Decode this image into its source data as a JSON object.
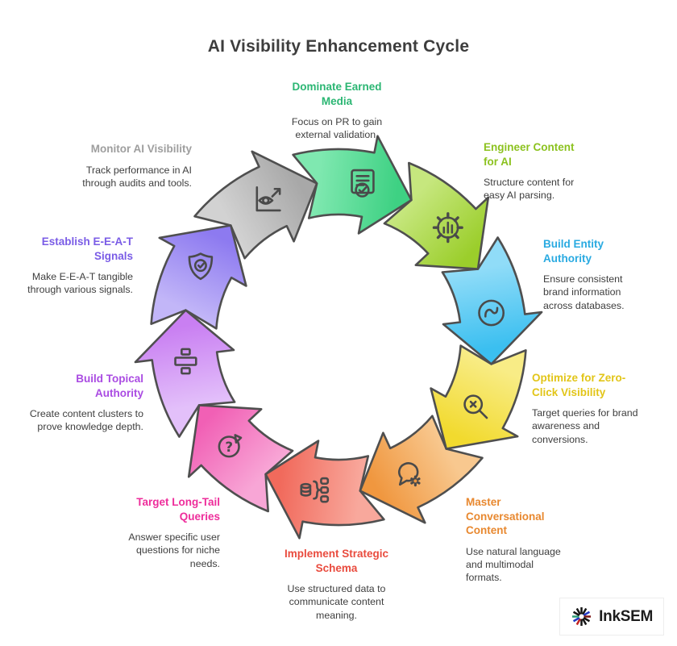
{
  "page": {
    "title": "AI Visibility Enhancement Cycle"
  },
  "diagram": {
    "outline_color": "#4f4f4f",
    "icon_color": "#4a4a4a"
  },
  "steps": [
    {
      "title": "Dominate Earned Media",
      "desc": "Focus on PR to gain external validation.",
      "title_color": "#2bb673",
      "arrow_color": "#3ed183",
      "arrow_light": "#7fe8b0",
      "icon": "document-check-icon"
    },
    {
      "title": "Engineer Content for AI",
      "desc": "Structure content for easy AI parsing.",
      "title_color": "#8cc21f",
      "arrow_color": "#9bce2b",
      "arrow_light": "#c6e77e",
      "icon": "gear-chart-icon"
    },
    {
      "title": "Build Entity Authority",
      "desc": "Ensure consistent brand information across databases.",
      "title_color": "#29aae1",
      "arrow_color": "#3bbff0",
      "arrow_light": "#90dcf8",
      "icon": "sync-circle-icon"
    },
    {
      "title": "Optimize for Zero-Click Visibility",
      "desc": "Target queries for brand awareness and conversions.",
      "title_color": "#e2c518",
      "arrow_color": "#f2da2e",
      "arrow_light": "#f8ec86",
      "icon": "search-x-icon"
    },
    {
      "title": "Master Conversational Content",
      "desc": "Use natural language and multimodal formats.",
      "title_color": "#e8882f",
      "arrow_color": "#f0973f",
      "arrow_light": "#f8c88f",
      "icon": "chat-gear-icon"
    },
    {
      "title": "Implement Strategic Schema",
      "desc": "Use structured data to communicate content meaning.",
      "title_color": "#e94b3e",
      "arrow_color": "#f16a5c",
      "arrow_light": "#f8a89c",
      "icon": "database-schema-icon"
    },
    {
      "title": "Target Long-Tail Queries",
      "desc": "Answer specific user questions for niche needs.",
      "title_color": "#ee2d9b",
      "arrow_color": "#f160b5",
      "arrow_light": "#f8a6d6",
      "icon": "question-circle-icon"
    },
    {
      "title": "Build Topical Authority",
      "desc": "Create content clusters to prove knowledge depth.",
      "title_color": "#aa4be2",
      "arrow_color": "#c97ff2",
      "arrow_light": "#e3c0fa",
      "icon": "divide-icon"
    },
    {
      "title": "Establish E-E-A-T Signals",
      "desc": "Make E-E-A-T tangible through various signals.",
      "title_color": "#7a5ce6",
      "arrow_color": "#8d7af0",
      "arrow_light": "#c2b6f8",
      "icon": "shield-check-icon"
    },
    {
      "title": "Monitor AI Visibility",
      "desc": "Track performance in AI through audits and tools.",
      "title_color": "#9e9e9e",
      "arrow_color": "#a8a8a8",
      "arrow_light": "#d2d2d2",
      "icon": "eye-chart-icon"
    }
  ],
  "logo": {
    "text": "InkSEM",
    "ray_colors": [
      "#151515",
      "#151515",
      "#2238c2",
      "#7c1514",
      "#151515",
      "#151515",
      "#151515",
      "#c22220",
      "#2238c2",
      "#2d9e78",
      "#151515",
      "#151515"
    ]
  }
}
